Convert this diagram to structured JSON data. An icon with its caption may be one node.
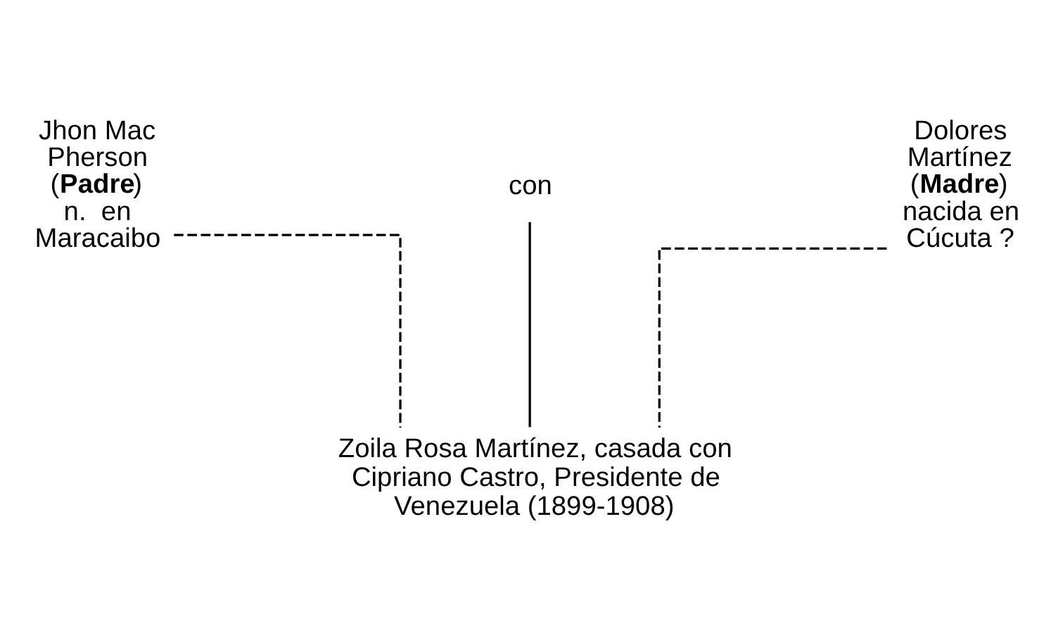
{
  "diagram": {
    "nodes": [
      {
        "text": [
          "Jhon Mac Pherson",
          "(**Padre**)",
          "n.  en Maracaibo"
        ]
      },
      {
        "text": [
          "con"
        ]
      },
      {
        "text": [
          "Dolores Martínez",
          "(**Madre**)",
          "nacida en Cúcuta ?"
        ]
      },
      {
        "text": [
          "Zoila Rosa Martínez, casada con Cipriano Castro, Presidente de Venezuela (1899-1908)"
        ]
      }
    ],
    "edges": [
      {
        "from": 0,
        "to": 3,
        "arrow": "none",
        "style": "dashed"
      },
      {
        "from": 2,
        "to": 3,
        "arrow": "none",
        "style": "dashed"
      },
      {
        "from": 1,
        "to": 3,
        "arrow": "none"
      }
    ]
  }
}
